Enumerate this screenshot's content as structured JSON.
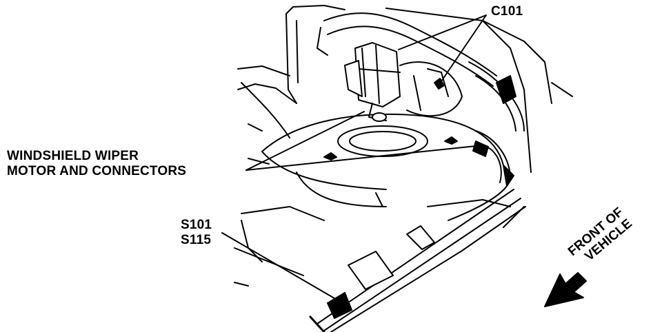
{
  "callouts": {
    "c101": "C101",
    "wiper_line1": "WINDSHIELD WIPER",
    "wiper_line2": "MOTOR AND CONNECTORS",
    "splice_line1": "S101",
    "splice_line2": "S115",
    "front_line1": "FRONT OF",
    "front_line2": "VEHICLE"
  },
  "colors": {
    "ink": "#000000",
    "paper": "#ffffff"
  }
}
